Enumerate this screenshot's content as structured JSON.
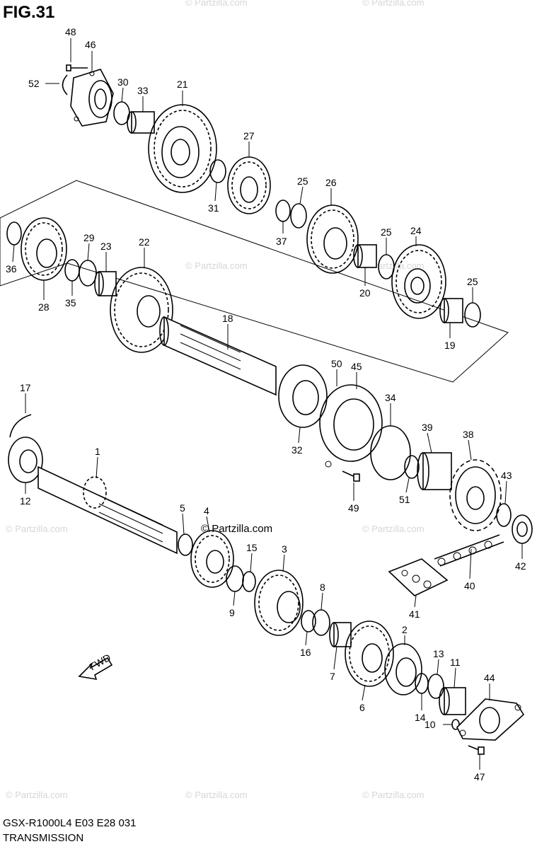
{
  "figure": {
    "title": "FIG.31",
    "footer_model": "GSX-R1000L4  E03  E28  031",
    "footer_section": "TRANSMISSION"
  },
  "arrow_label": "FWD",
  "watermark": {
    "main": "© Partzilla.com",
    "faint": "© Partzilla.com"
  },
  "callouts": [
    {
      "id": "48",
      "label": "48"
    },
    {
      "id": "46",
      "label": "46"
    },
    {
      "id": "52",
      "label": "52"
    },
    {
      "id": "30",
      "label": "30"
    },
    {
      "id": "33",
      "label": "33"
    },
    {
      "id": "21",
      "label": "21"
    },
    {
      "id": "27",
      "label": "27"
    },
    {
      "id": "31",
      "label": "31"
    },
    {
      "id": "25a",
      "label": "25"
    },
    {
      "id": "26",
      "label": "26"
    },
    {
      "id": "37",
      "label": "37"
    },
    {
      "id": "25b",
      "label": "25"
    },
    {
      "id": "24",
      "label": "24"
    },
    {
      "id": "20",
      "label": "20"
    },
    {
      "id": "25c",
      "label": "25"
    },
    {
      "id": "19",
      "label": "19"
    },
    {
      "id": "36",
      "label": "36"
    },
    {
      "id": "29",
      "label": "29"
    },
    {
      "id": "23",
      "label": "23"
    },
    {
      "id": "22",
      "label": "22"
    },
    {
      "id": "28",
      "label": "28"
    },
    {
      "id": "35",
      "label": "35"
    },
    {
      "id": "18",
      "label": "18"
    },
    {
      "id": "50",
      "label": "50"
    },
    {
      "id": "45",
      "label": "45"
    },
    {
      "id": "34",
      "label": "34"
    },
    {
      "id": "32",
      "label": "32"
    },
    {
      "id": "39",
      "label": "39"
    },
    {
      "id": "38",
      "label": "38"
    },
    {
      "id": "17",
      "label": "17"
    },
    {
      "id": "1",
      "label": "1"
    },
    {
      "id": "12",
      "label": "12"
    },
    {
      "id": "49",
      "label": "49"
    },
    {
      "id": "51",
      "label": "51"
    },
    {
      "id": "43",
      "label": "43"
    },
    {
      "id": "5",
      "label": "5"
    },
    {
      "id": "4",
      "label": "4"
    },
    {
      "id": "42",
      "label": "42"
    },
    {
      "id": "15",
      "label": "15"
    },
    {
      "id": "3",
      "label": "3"
    },
    {
      "id": "40",
      "label": "40"
    },
    {
      "id": "9",
      "label": "9"
    },
    {
      "id": "8",
      "label": "8"
    },
    {
      "id": "41",
      "label": "41"
    },
    {
      "id": "16",
      "label": "16"
    },
    {
      "id": "2",
      "label": "2"
    },
    {
      "id": "7",
      "label": "7"
    },
    {
      "id": "13",
      "label": "13"
    },
    {
      "id": "11",
      "label": "11"
    },
    {
      "id": "44",
      "label": "44"
    },
    {
      "id": "6",
      "label": "6"
    },
    {
      "id": "14",
      "label": "14"
    },
    {
      "id": "10",
      "label": "10"
    },
    {
      "id": "47",
      "label": "47"
    }
  ]
}
